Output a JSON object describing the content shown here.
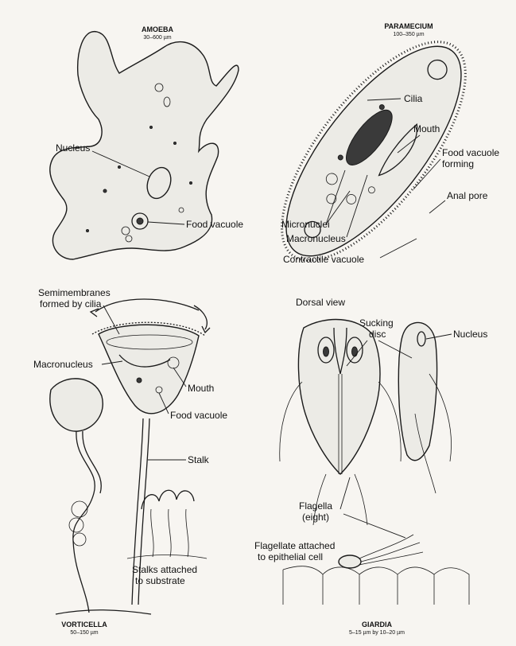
{
  "amoeba": {
    "title": "AMOEBA",
    "size": "30–600 µm",
    "labels": {
      "nucleus": "Nucleus",
      "food_vacuole": "Food vacuole"
    }
  },
  "paramecium": {
    "title": "PARAMECIUM",
    "size": "100–350 µm",
    "labels": {
      "cilia": "Cilia",
      "mouth": "Mouth",
      "food_vacuole_forming_1": "Food vacuole",
      "food_vacuole_forming_2": "forming",
      "anal_pore": "Anal pore",
      "micronuclei": "Micronuclei",
      "macronucleus": "Macronucleus",
      "contractile_vacuole": "Contractile vacuole"
    }
  },
  "vorticella": {
    "title": "VORTICELLA",
    "size": "50–150 µm",
    "labels": {
      "semimembranes_1": "Semimembranes",
      "semimembranes_2": "formed by cilia",
      "macronucleus": "Macronucleus",
      "mouth": "Mouth",
      "food_vacuole": "Food vacuole",
      "stalk": "Stalk",
      "stalks_attached_1": "Stalks attached",
      "stalks_attached_2": "to substrate"
    }
  },
  "giardia": {
    "title": "GIARDIA",
    "size": "5–15 µm by 10–20 µm",
    "labels": {
      "dorsal_view": "Dorsal view",
      "sucking_disc_1": "Sucking",
      "sucking_disc_2": "disc",
      "nucleus": "Nucleus",
      "flagella_1": "Flagella",
      "flagella_2": "(eight)",
      "flagellate_attached_1": "Flagellate attached",
      "flagellate_attached_2": "to epithelial cell"
    }
  }
}
